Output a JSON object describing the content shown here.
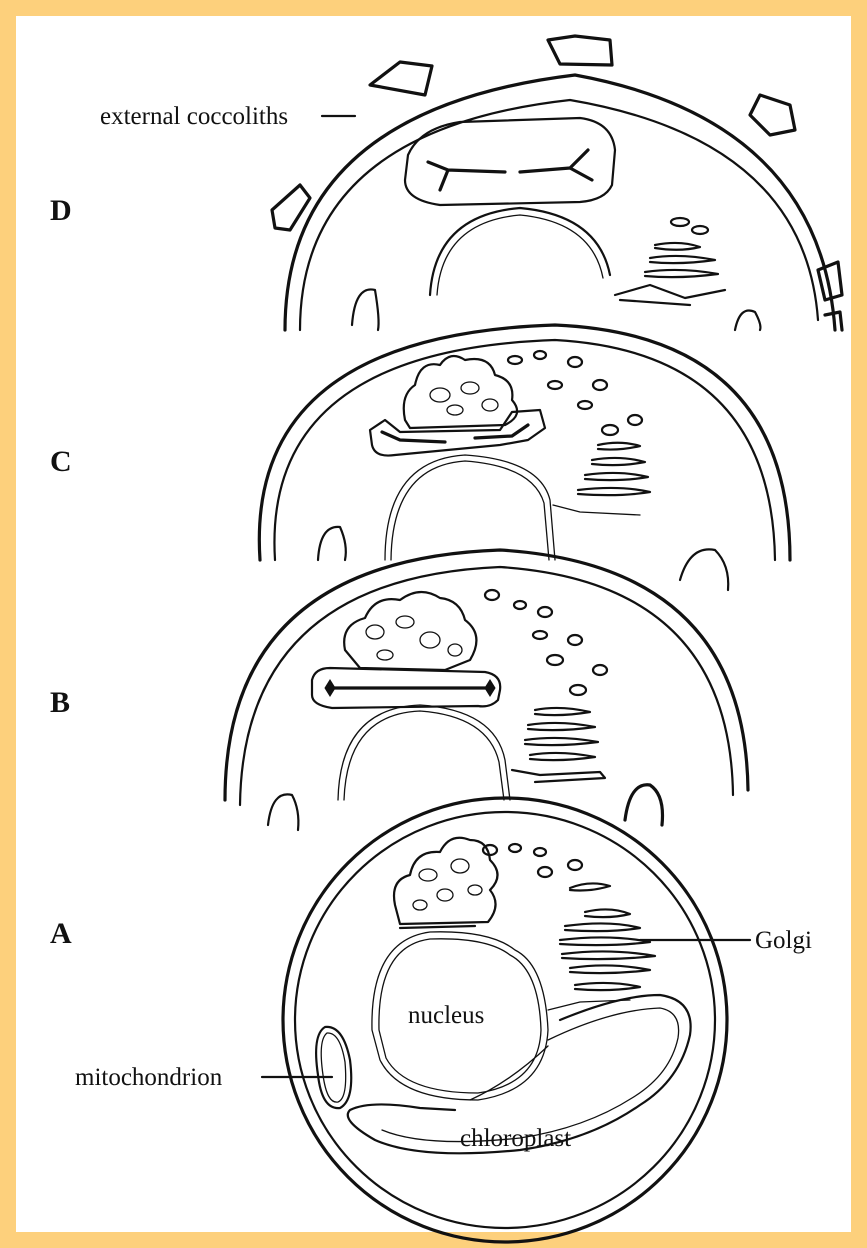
{
  "figure": {
    "frame_color": "#fdd07c",
    "stages": [
      {
        "id": "D",
        "label": "D"
      },
      {
        "id": "C",
        "label": "C"
      },
      {
        "id": "B",
        "label": "B"
      },
      {
        "id": "A",
        "label": "A"
      }
    ],
    "labels": {
      "external_coccoliths": "external coccoliths",
      "golgi": "Golgi",
      "nucleus": "nucleus",
      "mitochondrion": "mitochondrion",
      "chloroplast": "chloroplast"
    }
  }
}
